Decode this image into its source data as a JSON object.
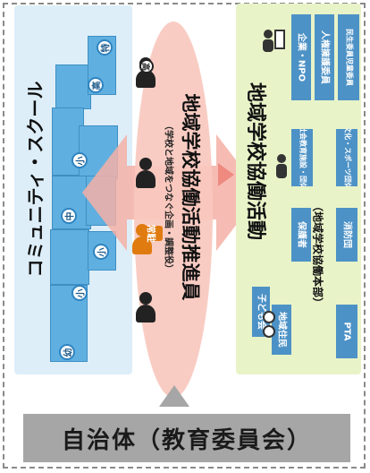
{
  "municipality": {
    "label": "自治体（教育委員会）"
  },
  "community_school": {
    "title": "コミュニティ・スクール",
    "school_badges": [
      "幼",
      "小",
      "中",
      "小",
      "小",
      "高",
      "特"
    ]
  },
  "coordinator": {
    "title": "地域学校協働活動推進員",
    "subtitle": "（学校と地域をつなぐ企画・調整役）",
    "resident_tag": "常駐",
    "circle_tag": "高"
  },
  "regional_activities": {
    "title": "地域学校協働活動",
    "hq_label": "（地域学校協働本部）",
    "org_items": [
      "地域住民",
      "子ども会",
      "PTA",
      "保護者",
      "消防団",
      "社会教育施設・団体",
      "文化・スポーツ団体",
      "企業・NPO",
      "人権擁護委員",
      "民生委員児童委員"
    ]
  },
  "colors": {
    "coordinator_ellipse": "#f9c8be",
    "school_panel": "#ddeef9",
    "activity_panel": "#e8f3c8",
    "org_box": "#4d92c6",
    "municipality_band": "#a6a6a6"
  }
}
